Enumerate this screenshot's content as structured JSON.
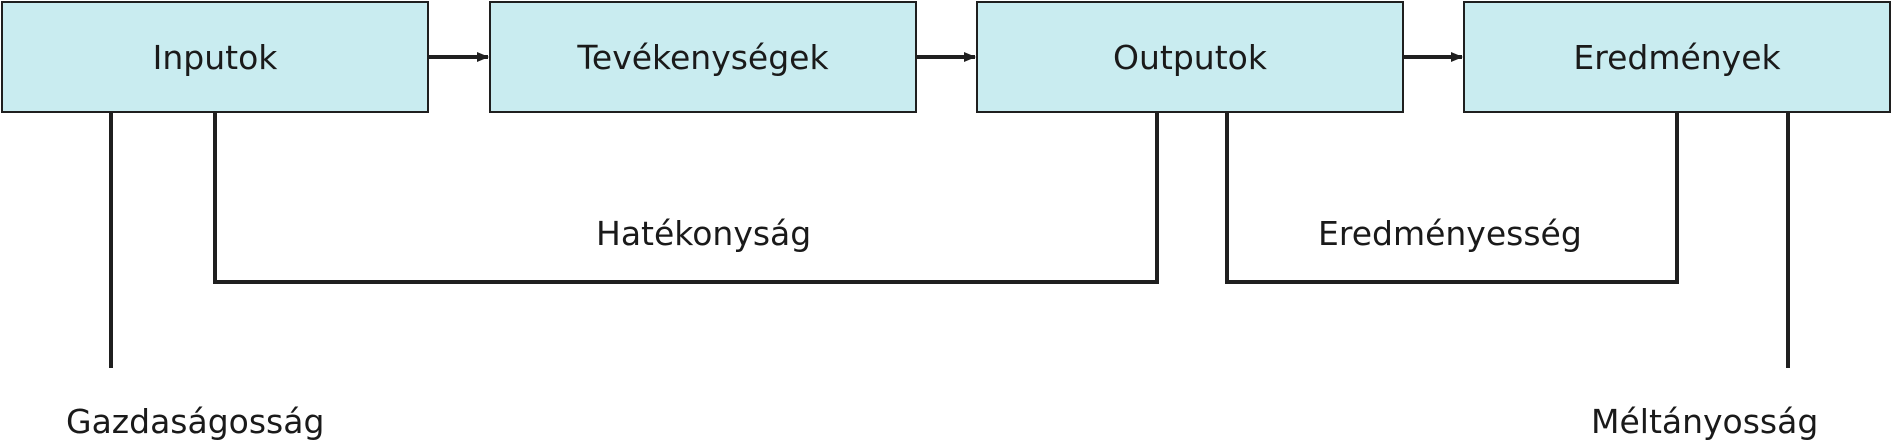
{
  "boxes": {
    "inputs": "Inputok",
    "activities": "Tevékenységek",
    "outputs": "Outputok",
    "outcomes": "Eredmények"
  },
  "measures": {
    "efficiency": "Hatékonyság",
    "effectiveness": "Eredményesség",
    "economy": "Gazdaságosság",
    "equity": "Méltányosság"
  },
  "colors": {
    "box_fill": "#c9ecf0",
    "line": "#1f1f1f"
  }
}
